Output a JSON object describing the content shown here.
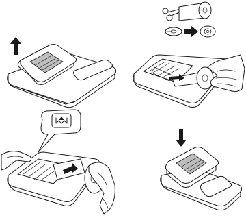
{
  "steps": [
    {
      "id": 1,
      "action": "lift-cover",
      "arrow": "up"
    },
    {
      "id": 2,
      "action": "cut-paper-and-insert-roll",
      "inset": [
        "scissors-icon",
        "paper-roll-icon",
        "roll-flat-icon",
        "roll-round-icon"
      ]
    },
    {
      "id": 3,
      "action": "press-feed-key",
      "key_icon": "paper-feed-icon"
    },
    {
      "id": 4,
      "action": "close-cover",
      "arrow": "down"
    }
  ]
}
